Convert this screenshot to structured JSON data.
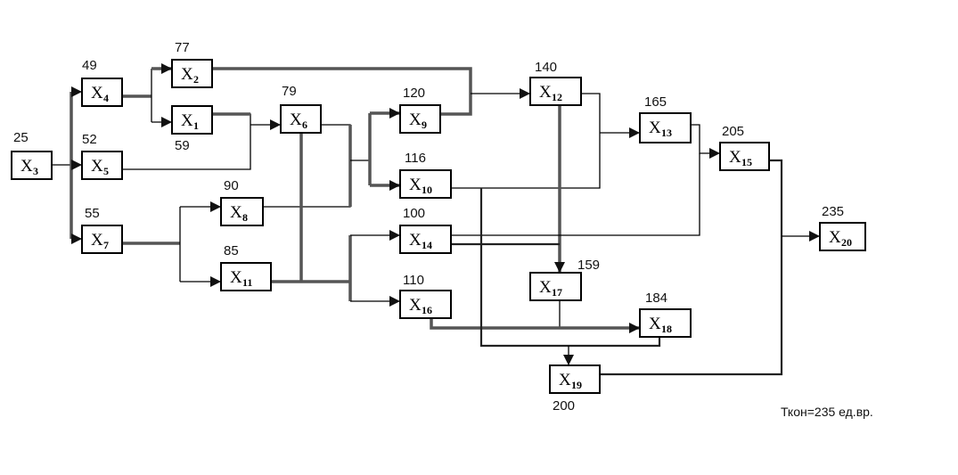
{
  "diagram": {
    "type": "network-graph",
    "nodes": [
      {
        "id": "X3",
        "label": "X",
        "sub": "3",
        "time": "25"
      },
      {
        "id": "X4",
        "label": "X",
        "sub": "4",
        "time": "49"
      },
      {
        "id": "X5",
        "label": "X",
        "sub": "5",
        "time": "52"
      },
      {
        "id": "X7",
        "label": "X",
        "sub": "7",
        "time": "55"
      },
      {
        "id": "X2",
        "label": "X",
        "sub": "2",
        "time": "77"
      },
      {
        "id": "X1",
        "label": "X",
        "sub": "1",
        "time": "59"
      },
      {
        "id": "X6",
        "label": "X",
        "sub": "6",
        "time": "79"
      },
      {
        "id": "X8",
        "label": "X",
        "sub": "8",
        "time": "90"
      },
      {
        "id": "X11",
        "label": "X",
        "sub": "11",
        "time": "85"
      },
      {
        "id": "X9",
        "label": "X",
        "sub": "9",
        "time": "120"
      },
      {
        "id": "X10",
        "label": "X",
        "sub": "10",
        "time": "116"
      },
      {
        "id": "X14",
        "label": "X",
        "sub": "14",
        "time": "100"
      },
      {
        "id": "X16",
        "label": "X",
        "sub": "16",
        "time": "110"
      },
      {
        "id": "X12",
        "label": "X",
        "sub": "12",
        "time": "140"
      },
      {
        "id": "X13",
        "label": "X",
        "sub": "13",
        "time": "165"
      },
      {
        "id": "X17",
        "label": "X",
        "sub": "17",
        "time": "159"
      },
      {
        "id": "X18",
        "label": "X",
        "sub": "18",
        "time": "184"
      },
      {
        "id": "X19",
        "label": "X",
        "sub": "19",
        "time": "200"
      },
      {
        "id": "X15",
        "label": "X",
        "sub": "15",
        "time": "205"
      },
      {
        "id": "X20",
        "label": "X",
        "sub": "20",
        "time": "235"
      }
    ],
    "edges": [
      [
        "X3",
        "X4"
      ],
      [
        "X3",
        "X5"
      ],
      [
        "X3",
        "X7"
      ],
      [
        "X4",
        "X2"
      ],
      [
        "X4",
        "X1"
      ],
      [
        "X1",
        "X6"
      ],
      [
        "X5",
        "X6"
      ],
      [
        "X7",
        "X8"
      ],
      [
        "X7",
        "X11"
      ],
      [
        "X6",
        "X9"
      ],
      [
        "X6",
        "X10"
      ],
      [
        "X8",
        "X9"
      ],
      [
        "X8",
        "X10"
      ],
      [
        "X6",
        "X14"
      ],
      [
        "X6",
        "X16"
      ],
      [
        "X11",
        "X14"
      ],
      [
        "X11",
        "X16"
      ],
      [
        "X2",
        "X12"
      ],
      [
        "X9",
        "X12"
      ],
      [
        "X12",
        "X13"
      ],
      [
        "X10",
        "X13"
      ],
      [
        "X12",
        "X17"
      ],
      [
        "X14",
        "X17"
      ],
      [
        "X13",
        "X15"
      ],
      [
        "X14",
        "X15"
      ],
      [
        "X17",
        "X18"
      ],
      [
        "X16",
        "X18"
      ],
      [
        "X10",
        "X19"
      ],
      [
        "X18",
        "X19"
      ],
      [
        "X15",
        "X20"
      ],
      [
        "X19",
        "X20"
      ]
    ],
    "footer": "Ткон=235 ед.вр."
  }
}
